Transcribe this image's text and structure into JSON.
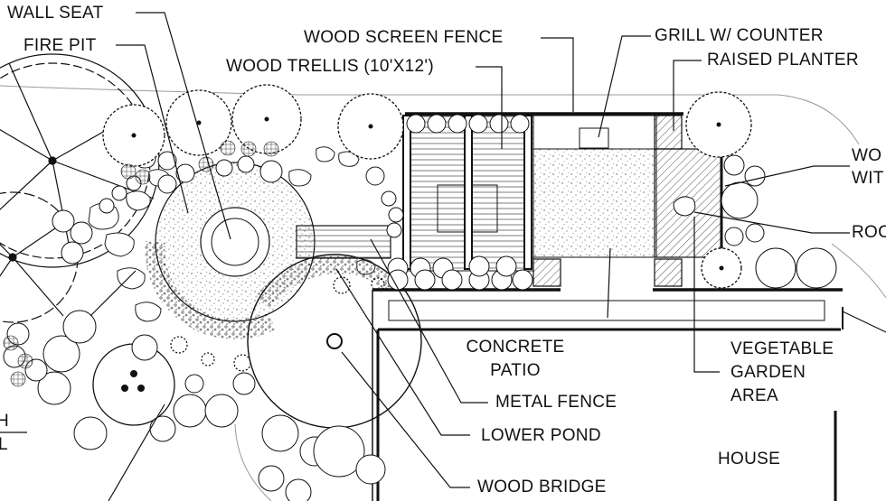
{
  "labels": {
    "wall_seat": "WALL SEAT",
    "fire_pit": "FIRE PIT",
    "wood_screen_fence": "WOOD SCREEN FENCE",
    "wood_trellis": "WOOD TRELLIS (10'X12')",
    "grill_counter": "GRILL W/ COUNTER",
    "raised_planter": "RAISED PLANTER",
    "wo_cut_1": "WO",
    "wo_cut_2": "WIT",
    "roc_cut": "ROC",
    "concrete_patio_1": "CONCRETE",
    "concrete_patio_2": "PATIO",
    "metal_fence": "METAL FENCE",
    "lower_pond": "LOWER POND",
    "wood_bridge": "WOOD BRIDGE",
    "vegetable_1": "VEGETABLE",
    "vegetable_2": "GARDEN",
    "vegetable_3": "AREA",
    "house": "HOUSE",
    "left_cut_1": "H",
    "left_cut_2": "L"
  }
}
